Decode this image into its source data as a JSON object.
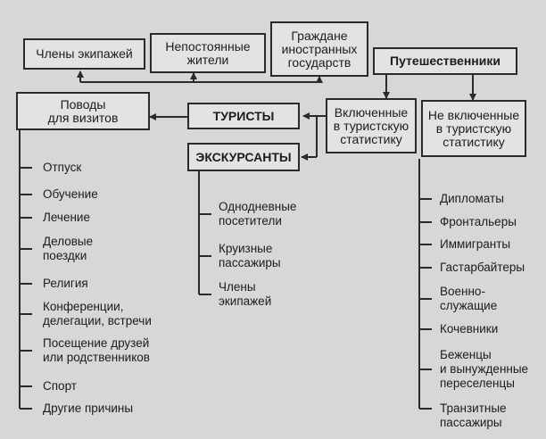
{
  "boxes": {
    "crew_members": "Члены экипажей",
    "non_permanent_residents": "Непостоянные\nжители",
    "foreign_citizens": "Граждане\nиностранных\nгосударств",
    "travelers": "Путешественники",
    "visit_reasons": "Поводы\nдля визитов",
    "tourists": "ТУРИСТЫ",
    "excursionists": "ЭКСКУРСАНТЫ",
    "included": "Включенные\nв туристскую\nстатистику",
    "not_included": "Не включенные\nв туристскую\nстатистику"
  },
  "visit_reasons_list": [
    "Отпуск",
    "Обучение",
    "Лечение",
    "Деловые\nпоездки",
    "Религия",
    "Конференции,\nделегации, встречи",
    "Посещение друзей\nили родственников",
    "Спорт",
    "Другие причины"
  ],
  "excursionists_list": [
    "Однодневные\nпосетители",
    "Круизные\nпассажиры",
    "Члены\nэкипажей"
  ],
  "not_included_list": [
    "Дипломаты",
    "Фронтальеры",
    "Иммигранты",
    "Гастарбайтеры",
    "Военно-\nслужащие",
    "Кочевники",
    "Беженцы\nи вынужденные\nпереселенцы",
    "Транзитные\nпассажиры"
  ],
  "colors": {
    "background": "#d7d7d7",
    "box_fill": "#e3e3e3",
    "line": "#2a2a2a"
  }
}
